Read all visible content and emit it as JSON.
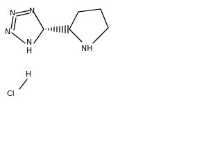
{
  "molecule": {
    "atoms": {
      "n_top_left": "N",
      "n_top_right": "N",
      "n_left": "N",
      "nh_ring": "N",
      "nh_h": "H",
      "pyrrolidine_nh": "NH",
      "h": "H",
      "cl": "Cl"
    }
  }
}
